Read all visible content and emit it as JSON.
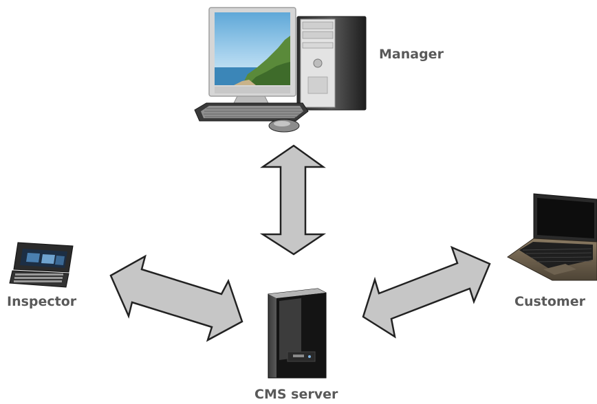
{
  "nodes": {
    "manager": {
      "label": "Manager",
      "icon": "desktop-computer-icon"
    },
    "inspector": {
      "label": "Inspector",
      "icon": "smartphone-icon"
    },
    "customer": {
      "label": "Customer",
      "icon": "laptop-icon"
    },
    "cms_server": {
      "label": "CMS server",
      "icon": "server-tower-icon"
    }
  },
  "connections": [
    {
      "from": "manager",
      "to": "cms_server",
      "direction": "bidirectional"
    },
    {
      "from": "inspector",
      "to": "cms_server",
      "direction": "bidirectional"
    },
    {
      "from": "customer",
      "to": "cms_server",
      "direction": "bidirectional"
    }
  ],
  "colors": {
    "arrow_fill": "#c6c6c6",
    "arrow_stroke": "#222222",
    "label_text": "#595959"
  }
}
